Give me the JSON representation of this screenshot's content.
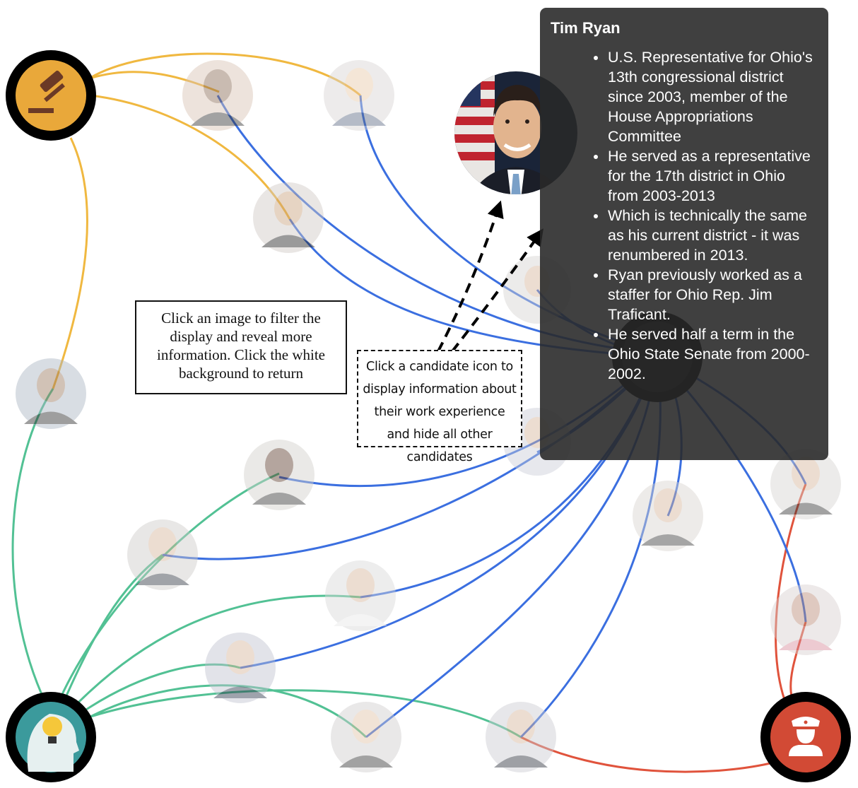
{
  "instructions": {
    "filter_hint": "Click an image to filter the display and reveal more information. Click the white background to return",
    "candidate_hint": "Click a candidate icon to display information about their work experience and hide all other candidates"
  },
  "categories": [
    {
      "name": "legal-category-node",
      "icon": "gavel-icon",
      "color": "#f0b840",
      "fill": "#e9a83a"
    },
    {
      "name": "ideas-category-node",
      "icon": "lightbulb-head-icon",
      "color": "#52c194",
      "fill": "#3b9a9c"
    },
    {
      "name": "military-category-node",
      "icon": "soldier-icon",
      "color": "#e0533c",
      "fill": "#d24a35"
    }
  ],
  "link_colors": {
    "experience": "#3b6fe0",
    "legal": "#f0b840",
    "ideas": "#52c194",
    "military": "#e0533c"
  },
  "selected_candidate": {
    "name": "Tim Ryan",
    "bullets": [
      "U.S. Representative for Ohio's 13th congressional district since 2003, member of the House Appropriations Committee",
      "He served as a representative for the 17th district in Ohio from 2003-2013",
      "Which is technically the same as his current district - it was renumbered in 2013.",
      "Ryan previously worked as a staffer for Ohio Rep. Jim Traficant.",
      "He served half a term in the Ohio State Senate from 2000-2002."
    ]
  }
}
